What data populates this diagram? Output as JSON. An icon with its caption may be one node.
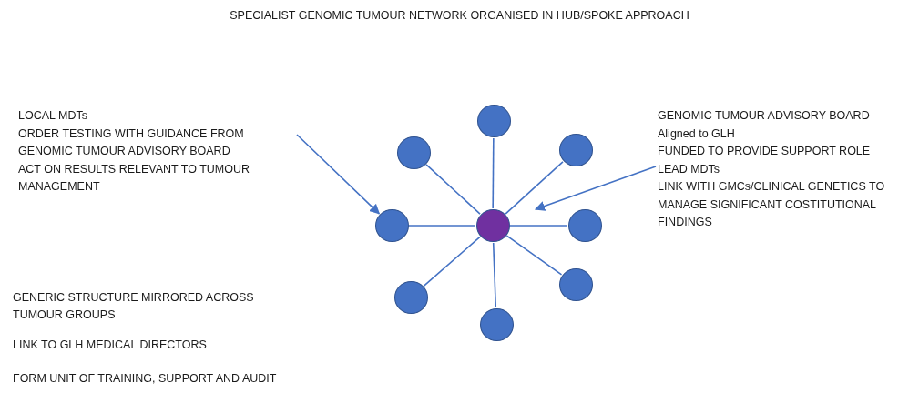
{
  "diagram": {
    "title": "SPECIALIST GENOMIC TUMOUR NETWORK ORGANISED IN HUB/SPOKE APPROACH",
    "nodes": [
      {
        "text": [
          "LOCAL MDTs",
          "ORDER TESTING WITH GUIDANCE FROM GENOMIC TUMOUR ADVISORY BOARD",
          "ACT ON RESULTS RELEVANT TO TUMOUR MANAGEMENT"
        ]
      },
      {
        "text": [],
        "shape": "circle"
      },
      {
        "text": [],
        "shape": "circle"
      },
      {
        "text": [],
        "shape": "circle"
      },
      {
        "text": [],
        "shape": "circle"
      },
      {
        "text": [],
        "shape": "circle"
      },
      {
        "text": [],
        "shape": "circle"
      },
      {
        "text": [],
        "shape": "circle"
      },
      {
        "text": [],
        "shape": "circle"
      },
      {
        "text": [],
        "shape": "circle"
      },
      {
        "text": [
          "GENOMIC TUMOUR ADVISORY BOARD",
          "Aligned to GLH",
          "FUNDED TO PROVIDE SUPPORT ROLE",
          "LEAD MDTs",
          "LINK WITH GMCs/CLINICAL GENETICS TO MANAGE SIGNIFICANT COSTITUTIONAL FINDINGS"
        ]
      }
    ],
    "edges": [
      {
        "from": 5,
        "to": 1,
        "arrow": "none"
      },
      {
        "from": 5,
        "to": 2,
        "arrow": "none"
      },
      {
        "from": 5,
        "to": 3,
        "arrow": "none"
      },
      {
        "from": 5,
        "to": 4,
        "arrow": "none"
      },
      {
        "from": 5,
        "to": 6,
        "arrow": "none"
      },
      {
        "from": 5,
        "to": 7,
        "arrow": "none"
      },
      {
        "from": 5,
        "to": 8,
        "arrow": "none"
      },
      {
        "from": 5,
        "to": 9,
        "arrow": "none"
      },
      {
        "from": 0,
        "to": 4,
        "arrow": "to"
      },
      {
        "from": 10,
        "to": null,
        "arrow": "to"
      }
    ],
    "labels": [
      "GENERIC STRUCTURE MIRRORED ACROSS TUMOUR GROUPS",
      "LINK TO GLH MEDICAL DIRECTORS",
      "FORM UNIT OF TRAINING, SUPPORT AND AUDIT"
    ]
  }
}
